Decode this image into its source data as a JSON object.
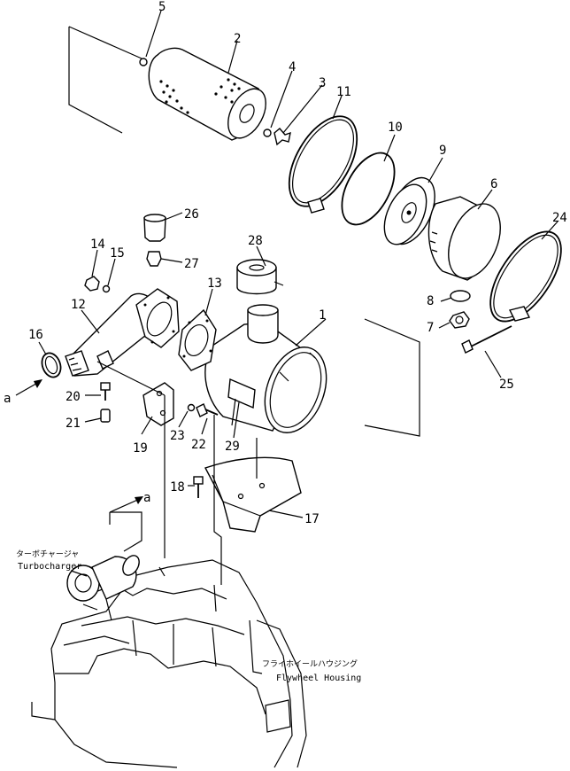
{
  "parts": [
    {
      "id": "p1",
      "label": "1"
    },
    {
      "id": "p2",
      "label": "2"
    },
    {
      "id": "p3",
      "label": "3"
    },
    {
      "id": "p4",
      "label": "4"
    },
    {
      "id": "p5",
      "label": "5"
    },
    {
      "id": "p6",
      "label": "6"
    },
    {
      "id": "p7",
      "label": "7"
    },
    {
      "id": "p8",
      "label": "8"
    },
    {
      "id": "p9",
      "label": "9"
    },
    {
      "id": "p10",
      "label": "10"
    },
    {
      "id": "p11",
      "label": "11"
    },
    {
      "id": "p12",
      "label": "12"
    },
    {
      "id": "p13",
      "label": "13"
    },
    {
      "id": "p14",
      "label": "14"
    },
    {
      "id": "p15",
      "label": "15"
    },
    {
      "id": "p16",
      "label": "16"
    },
    {
      "id": "p17",
      "label": "17"
    },
    {
      "id": "p18",
      "label": "18"
    },
    {
      "id": "p19",
      "label": "19"
    },
    {
      "id": "p20",
      "label": "20"
    },
    {
      "id": "p21",
      "label": "21"
    },
    {
      "id": "p22",
      "label": "22"
    },
    {
      "id": "p23",
      "label": "23"
    },
    {
      "id": "p24",
      "label": "24"
    },
    {
      "id": "p25",
      "label": "25"
    },
    {
      "id": "p26",
      "label": "26"
    },
    {
      "id": "p27",
      "label": "27"
    },
    {
      "id": "p28",
      "label": "28"
    },
    {
      "id": "p29",
      "label": "29"
    }
  ],
  "markers": {
    "view_a_left": "a",
    "view_a_upper": "a"
  },
  "callouts": {
    "turbocharger_jp": "ターボチャージャ",
    "turbocharger_en": "Turbocharger",
    "flywheel_jp": "フライホイールハウジング",
    "flywheel_en": "Flywheel Housing"
  }
}
